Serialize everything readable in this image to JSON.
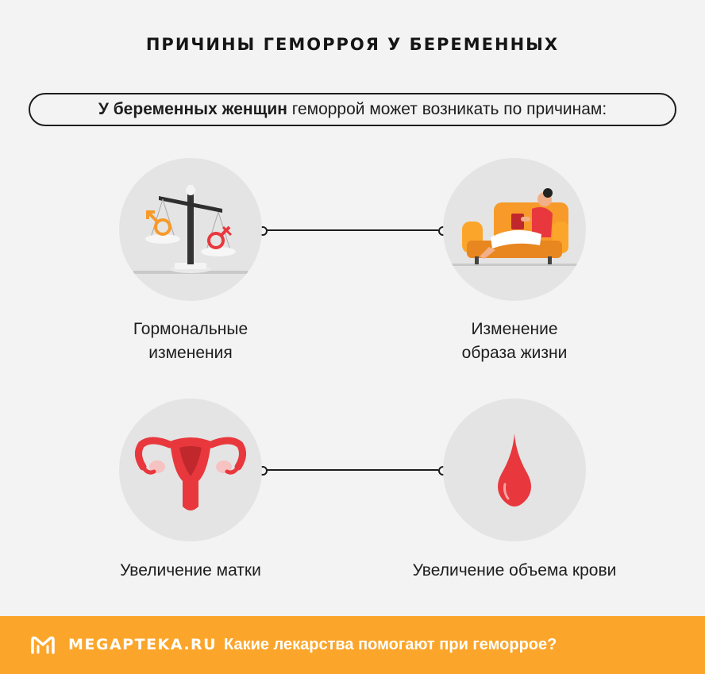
{
  "header": {
    "title": "ПРИЧИНЫ ГЕМОРРОЯ У БЕРЕМЕННЫХ"
  },
  "intro": {
    "bold": "У беременных женщин",
    "rest": " геморрой может возникать по причинам:"
  },
  "causes": [
    {
      "label_line1": "Гормональные",
      "label_line2": "изменения",
      "icon": "scales-gender-icon"
    },
    {
      "label_line1": "Изменение",
      "label_line2": "образа жизни",
      "icon": "woman-on-sofa-icon"
    },
    {
      "label": "Увеличение матки",
      "icon": "uterus-icon"
    },
    {
      "label": "Увеличение объема крови",
      "icon": "blood-drop-icon"
    }
  ],
  "footer": {
    "brand": "MEGAPTEKA.RU",
    "link": "Какие лекарства помогают при геморрое?"
  },
  "colors": {
    "background": "#f3f3f3",
    "circle": "#e4e4e4",
    "accent": "#fba62b",
    "red": "#e8383d",
    "orange": "#f79a2a"
  }
}
